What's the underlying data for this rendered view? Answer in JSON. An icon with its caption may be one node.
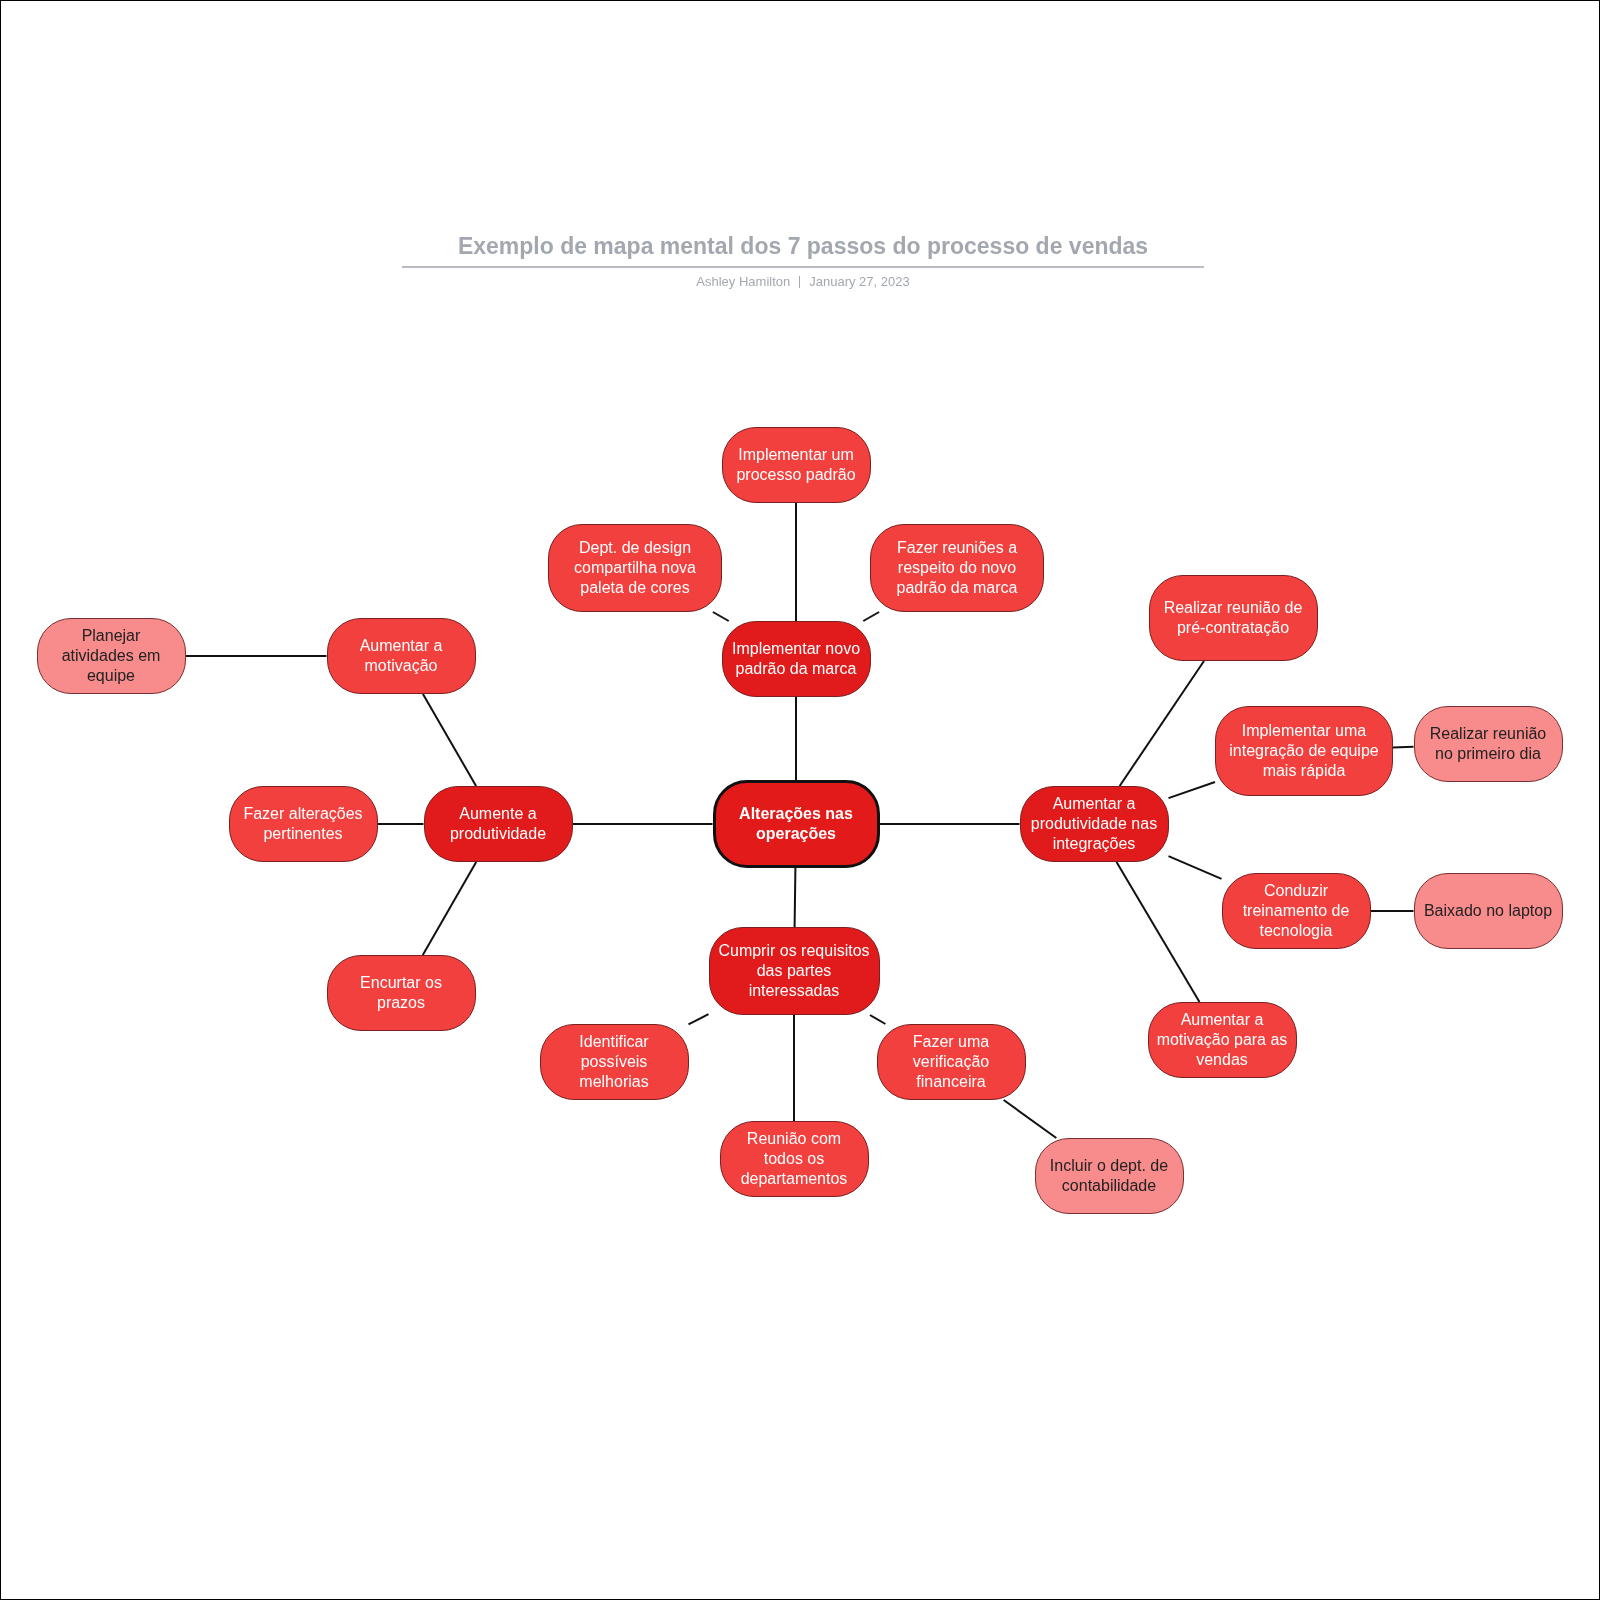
{
  "diagram": {
    "title": "Exemplo de mapa mental dos 7 passos do processo de vendas",
    "nodes": [
      {
        "text": [
          "Alterações nas operações"
        ]
      },
      {
        "text": [
          "Implementar novo padrão da marca"
        ]
      },
      {
        "text": [
          "Implementar um processo padrão"
        ]
      },
      {
        "text": [
          "Dept. de design compartilha nova paleta de cores"
        ]
      },
      {
        "text": [
          "Fazer reuniões a respeito do novo padrão da marca"
        ]
      },
      {
        "text": [
          "Aumente a produtividade"
        ]
      },
      {
        "text": [
          "Aumentar a motivação"
        ]
      },
      {
        "text": [
          "Planejar atividades em equipe"
        ]
      },
      {
        "text": [
          "Fazer alterações pertinentes"
        ]
      },
      {
        "text": [
          "Encurtar os prazos"
        ]
      },
      {
        "text": [
          "Aumentar a produtividade nas integrações"
        ]
      },
      {
        "text": [
          "Realizar reunião de pré-contratação"
        ]
      },
      {
        "text": [
          "Implementar uma integração de equipe mais rápida"
        ]
      },
      {
        "text": [
          "Realizar reunião no primeiro dia"
        ]
      },
      {
        "text": [
          "Conduzir treinamento de tecnologia"
        ]
      },
      {
        "text": [
          "Baixado no laptop"
        ]
      },
      {
        "text": [
          "Aumentar a motivação para as vendas"
        ]
      },
      {
        "text": [
          "Cumprir os requisitos das partes interessadas"
        ]
      },
      {
        "text": [
          "Identificar possíveis melhorias"
        ]
      },
      {
        "text": [
          "Fazer uma verificação financeira"
        ]
      },
      {
        "text": [
          "Reunião com todos os departamentos"
        ]
      },
      {
        "text": [
          "Incluir o dept. de contabilidade"
        ]
      }
    ],
    "edges": [
      {
        "from": 0,
        "to": 1,
        "arrow": "none"
      },
      {
        "from": 1,
        "to": 2,
        "arrow": "none"
      },
      {
        "from": 1,
        "to": 3,
        "arrow": "none"
      },
      {
        "from": 1,
        "to": 4,
        "arrow": "none"
      },
      {
        "from": 0,
        "to": 5,
        "arrow": "none"
      },
      {
        "from": 5,
        "to": 6,
        "arrow": "none"
      },
      {
        "from": 6,
        "to": 7,
        "arrow": "none"
      },
      {
        "from": 5,
        "to": 8,
        "arrow": "none"
      },
      {
        "from": 5,
        "to": 9,
        "arrow": "none"
      },
      {
        "from": 0,
        "to": 10,
        "arrow": "none"
      },
      {
        "from": 10,
        "to": 11,
        "arrow": "none"
      },
      {
        "from": 10,
        "to": 12,
        "arrow": "none"
      },
      {
        "from": 12,
        "to": 13,
        "arrow": "none"
      },
      {
        "from": 10,
        "to": 14,
        "arrow": "none"
      },
      {
        "from": 14,
        "to": 15,
        "arrow": "none"
      },
      {
        "from": 10,
        "to": 16,
        "arrow": "none"
      },
      {
        "from": 0,
        "to": 17,
        "arrow": "none"
      },
      {
        "from": 17,
        "to": 18,
        "arrow": "none"
      },
      {
        "from": 17,
        "to": 19,
        "arrow": "none"
      },
      {
        "from": 17,
        "to": 20,
        "arrow": "none"
      },
      {
        "from": 19,
        "to": 21,
        "arrow": "none"
      }
    ],
    "labels": [
      "Ashley Hamilton",
      "January 27, 2023"
    ]
  }
}
